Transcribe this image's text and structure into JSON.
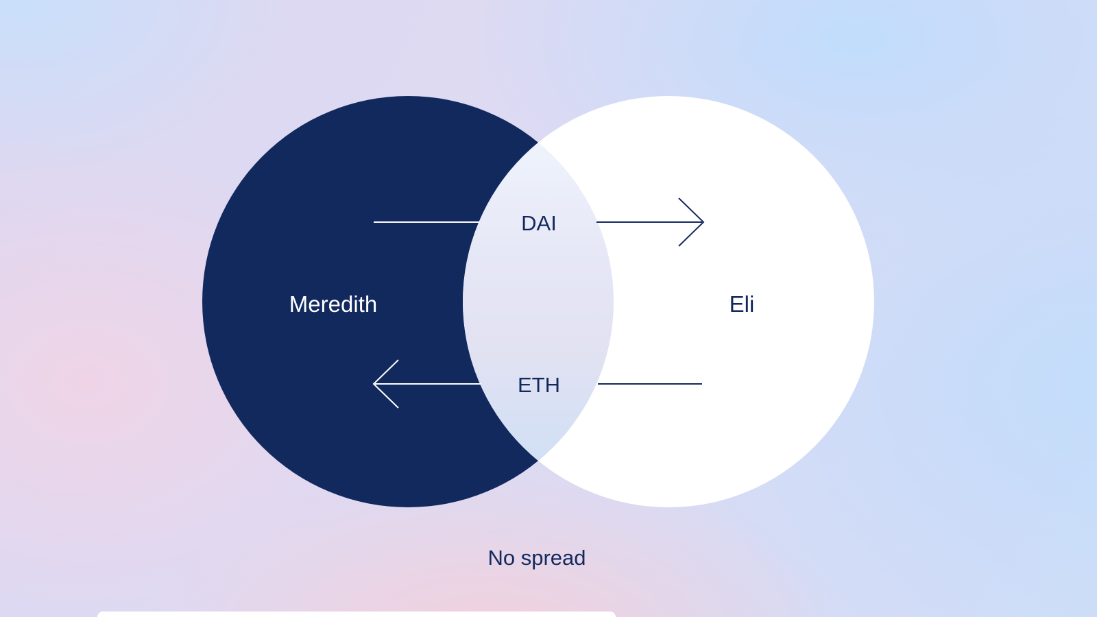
{
  "diagram": {
    "left_circle": {
      "label": "Meredith"
    },
    "right_circle": {
      "label": "Eli"
    },
    "flows": [
      {
        "token": "DAI",
        "direction": "left-to-right"
      },
      {
        "token": "ETH",
        "direction": "right-to-left"
      }
    ],
    "caption": "No spread",
    "colors": {
      "navy": "#12295e",
      "white": "#ffffff"
    }
  }
}
